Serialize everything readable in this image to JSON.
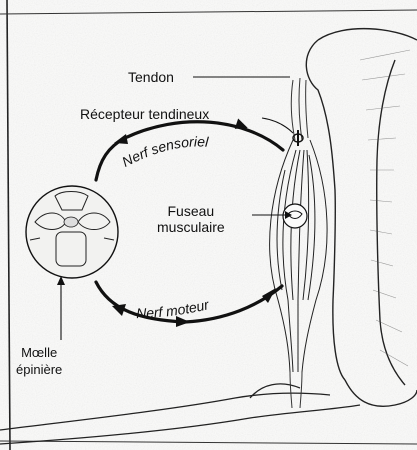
{
  "labels": {
    "tendon": "Tendon",
    "tendon_receptor": "Récepteur tendineux",
    "sensory_nerve": "Nerf sensoriel",
    "muscle_spindle_line1": "Fuseau",
    "muscle_spindle_line2": "musculaire",
    "motor_nerve": "Nerf moteur",
    "spinal_cord_line1": "Mœlle",
    "spinal_cord_line2": "épinière"
  },
  "colors": {
    "ink": "#111111",
    "background": "#fbfbfa"
  }
}
